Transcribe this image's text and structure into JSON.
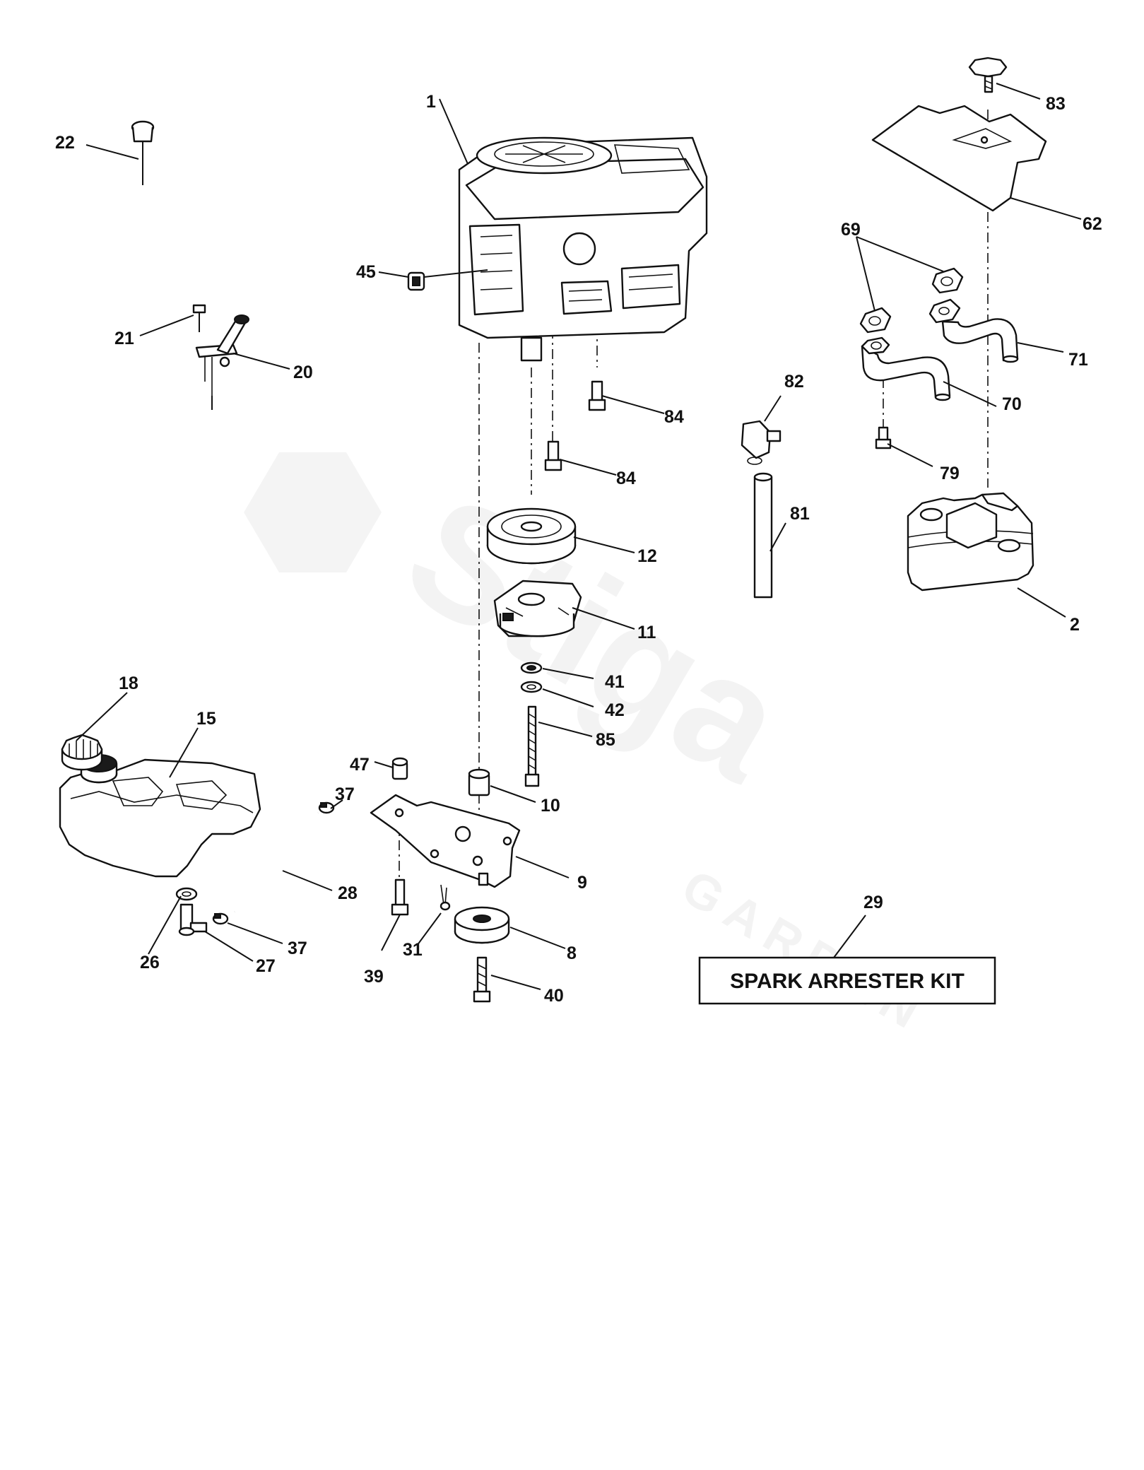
{
  "watermark": {
    "brand": "Stiga",
    "sub": "GARDEN"
  },
  "kit_box": {
    "label": "SPARK ARRESTER KIT",
    "ref": "29"
  },
  "callouts": {
    "c1": "1",
    "c2": "2",
    "c8": "8",
    "c9": "9",
    "c10": "10",
    "c11": "11",
    "c12": "12",
    "c15": "15",
    "c18": "18",
    "c20": "20",
    "c21": "21",
    "c22": "22",
    "c26": "26",
    "c27": "27",
    "c28": "28",
    "c31": "31",
    "c37a": "37",
    "c37b": "37",
    "c39": "39",
    "c40": "40",
    "c41": "41",
    "c42": "42",
    "c45": "45",
    "c47": "47",
    "c62": "62",
    "c69": "69",
    "c70": "70",
    "c71": "71",
    "c79": "79",
    "c81": "81",
    "c82": "82",
    "c83": "83",
    "c84a": "84",
    "c84b": "84",
    "c85": "85"
  },
  "colors": {
    "line": "#111111",
    "background": "#ffffff",
    "watermark": "#000000"
  }
}
